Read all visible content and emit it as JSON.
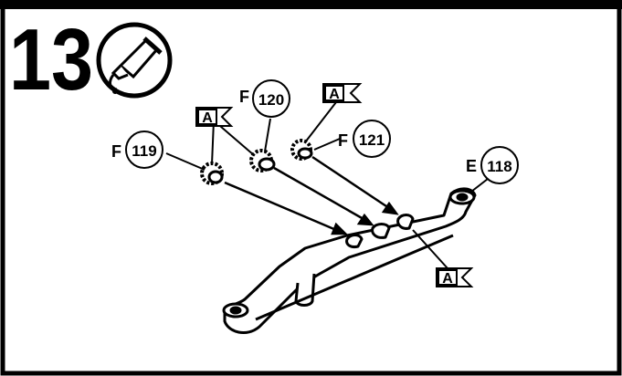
{
  "step": {
    "number": "13"
  },
  "icons": {
    "tool": "glue-tube-icon"
  },
  "callouts": [
    {
      "prefix": "F",
      "part": "119"
    },
    {
      "prefix": "F",
      "part": "120"
    },
    {
      "prefix": "F",
      "part": "121"
    },
    {
      "prefix": "E",
      "part": "118"
    }
  ],
  "flags": [
    {
      "label": "A"
    },
    {
      "label": "A"
    },
    {
      "label": "A"
    }
  ]
}
